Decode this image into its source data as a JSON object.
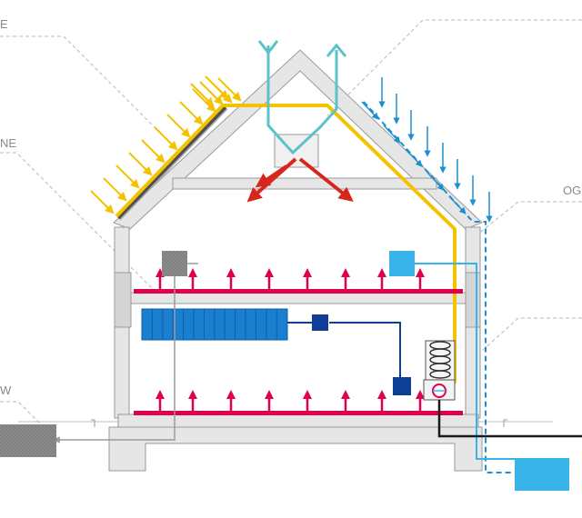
{
  "labels": {
    "top_left": "E",
    "mid_left": "NE",
    "bottom_left": "W",
    "right": "OG"
  },
  "colors": {
    "structure_fill": "#e6e6e6",
    "structure_stroke": "#9a9a9a",
    "solar_yellow": "#f5c200",
    "heat_red": "#e0004d",
    "vent_red": "#d9261c",
    "vent_cyan": "#5cc2c9",
    "rain_blue": "#1d8fd0",
    "water_cyan": "#38b4e8",
    "radiator_blue": "#1b7fd0",
    "dark_blue": "#0f3f94",
    "gray_box": "#8c8c8c",
    "dashed_gray": "#b8b8b8",
    "black_pipe": "#1a1a1a"
  },
  "icons": {
    "solar_rays": "sun-rays",
    "rain": "rain-arrows",
    "heat": "heat-arrows",
    "coil": "heat-exchanger-coil",
    "pump": "circulation-pump"
  }
}
